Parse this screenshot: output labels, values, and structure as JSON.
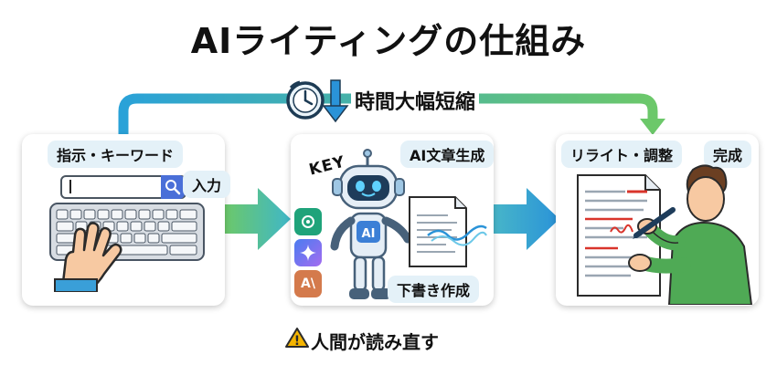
{
  "title": "AIライティングの仕組み",
  "speed_label": "時間大幅短縮",
  "panels": {
    "input": {
      "tag_main": "指示・キーワード",
      "tag_sub": "入力"
    },
    "ai": {
      "tag_main": "AI文章生成",
      "tag_sub": "下書き作成",
      "key_text": "KEY",
      "robot_chest": "AI",
      "logo_label": "A\\"
    },
    "edit": {
      "tag_main": "リライト・調整",
      "tag_sub": "完成"
    }
  },
  "footer": {
    "warning_icon_glyph": "!",
    "warning_text": "人間が読み直す"
  },
  "colors": {
    "flow_start": "#2aa2d8",
    "flow_end": "#6cc86a",
    "accent_blue": "#4a6fd8",
    "tag_bg": "#e4f1f8",
    "warning": "#f4b400",
    "red_edit": "#d9342b"
  },
  "icons": [
    "clock-icon",
    "down-arrow-icon",
    "search-icon",
    "keyboard-icon",
    "hand-icon",
    "robot-icon",
    "document-icon",
    "pen-icon",
    "person-icon",
    "warning-icon"
  ]
}
